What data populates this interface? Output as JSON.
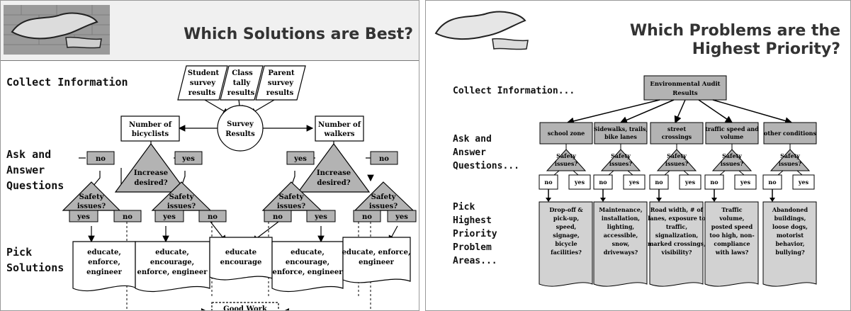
{
  "left_slide": {
    "title": "Which Solutions are Best?",
    "labels": {
      "collect": "Collect Information",
      "ask": [
        "Ask and",
        "Answer",
        "Questions"
      ],
      "pick": [
        "Pick",
        "Solutions"
      ]
    },
    "sources": [
      [
        "Student",
        "survey",
        "results"
      ],
      [
        "Class",
        "tally",
        "results"
      ],
      [
        "Parent",
        "survey",
        "results"
      ]
    ],
    "survey_results": [
      "Survey",
      "Results"
    ],
    "bicyclists": [
      "Number of",
      "bicyclists"
    ],
    "walkers": [
      "Number of",
      "walkers"
    ],
    "increase": [
      "Increase",
      "desired?"
    ],
    "safety": [
      "Safety",
      "issues?"
    ],
    "yes": "yes",
    "no": "no",
    "solutions": [
      [
        "educate,",
        "enforce,",
        "engineer"
      ],
      [
        "educate,",
        "encourage,",
        "enforce, engineer"
      ],
      [
        "educate",
        "encourage"
      ],
      [
        "educate,",
        "encourage,",
        "enforce, engineer"
      ],
      [
        "educate, enforce,",
        "engineer"
      ]
    ],
    "good_work": "Good Work"
  },
  "right_slide": {
    "title": "Which Problems are the Highest Priority?",
    "labels": {
      "collect": "Collect Information...",
      "ask": [
        "Ask and",
        "Answer",
        "Questions..."
      ],
      "pick": [
        "Pick",
        "Highest",
        "Priority",
        "Problem",
        "Areas..."
      ]
    },
    "audit": [
      "Environmental Audit",
      "Results"
    ],
    "categories": [
      [
        "school zone"
      ],
      [
        "Sidewalks, trails,",
        "bike lanes"
      ],
      [
        "street",
        "crossings"
      ],
      [
        "traffic speed and",
        "volume"
      ],
      [
        "other conditions"
      ]
    ],
    "safety": [
      "Safety",
      "issues?"
    ],
    "yes": "yes",
    "no": "no",
    "problems": [
      [
        "Drop-off &",
        "pick-up,",
        "speed,",
        "signage,",
        "bicycle",
        "facilities?"
      ],
      [
        "Maintenance,",
        "installation,",
        "lighting,",
        "accessible,",
        "snow,",
        "driveways?"
      ],
      [
        "Road width, # of",
        "lanes, exposure to",
        "traffic,",
        "signalization,",
        "marked crossings,",
        "visibility?"
      ],
      [
        "Traffic",
        "volume,",
        "posted speed",
        "too high, non-",
        "compliance",
        "with laws?"
      ],
      [
        "Abandoned",
        "buildings,",
        "loose dogs,",
        "motorist",
        "behavior,",
        "bullying?"
      ]
    ]
  },
  "colors": {
    "gray_fill": "#b3b3b3",
    "band": "#f0f0f0",
    "title": "#333333"
  }
}
